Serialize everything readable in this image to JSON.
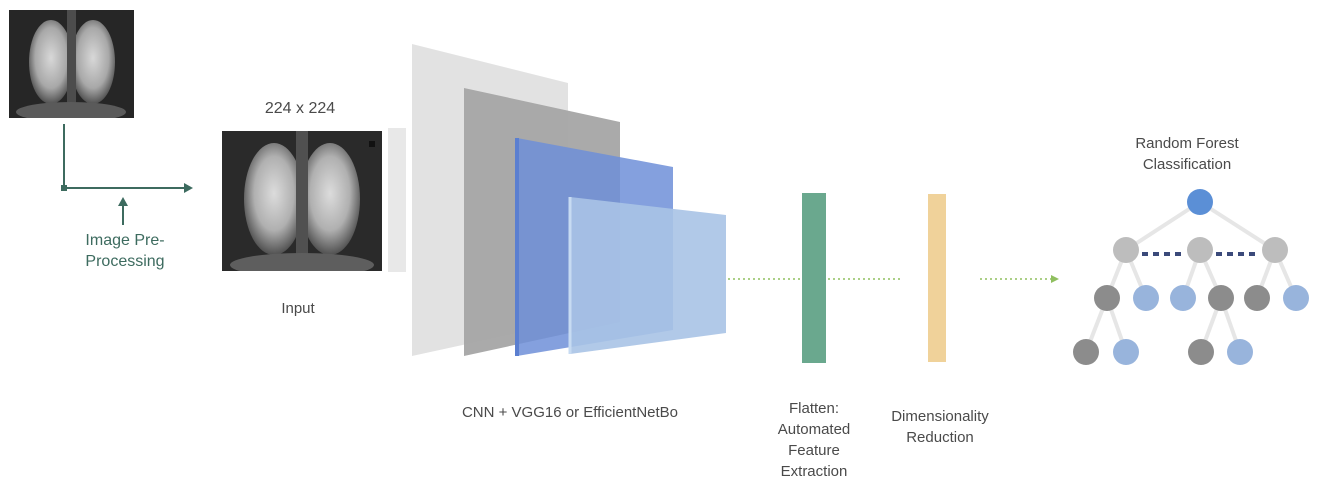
{
  "preprocessing": {
    "label": "Image Pre-\nProcessing",
    "color": "#3d6b5f"
  },
  "input": {
    "size_label": "224 x 224",
    "caption": "Input"
  },
  "cnn": {
    "caption": "CNN + VGG16 or EfficientNetBo",
    "layer_colors": [
      "#e2e2e2",
      "#a5a5a5",
      "#6f8fd8",
      "#a9c3e6"
    ]
  },
  "flatten": {
    "caption": "Flatten:\nAutomated\nFeature\nExtraction",
    "color": "#6aa88e"
  },
  "reduction": {
    "caption": "Dimensionality\nReduction",
    "color": "#f0d29a"
  },
  "classifier": {
    "title": "Random Forest\nClassification",
    "root_color": "#5b8fd6",
    "grey_node_color": "#bdbdbd",
    "dark_node_color": "#8c8c8c",
    "blue_node_color": "#98b4dc",
    "ellipsis_color": "#3b4a7a"
  },
  "connector_color": "#8fbf5f"
}
